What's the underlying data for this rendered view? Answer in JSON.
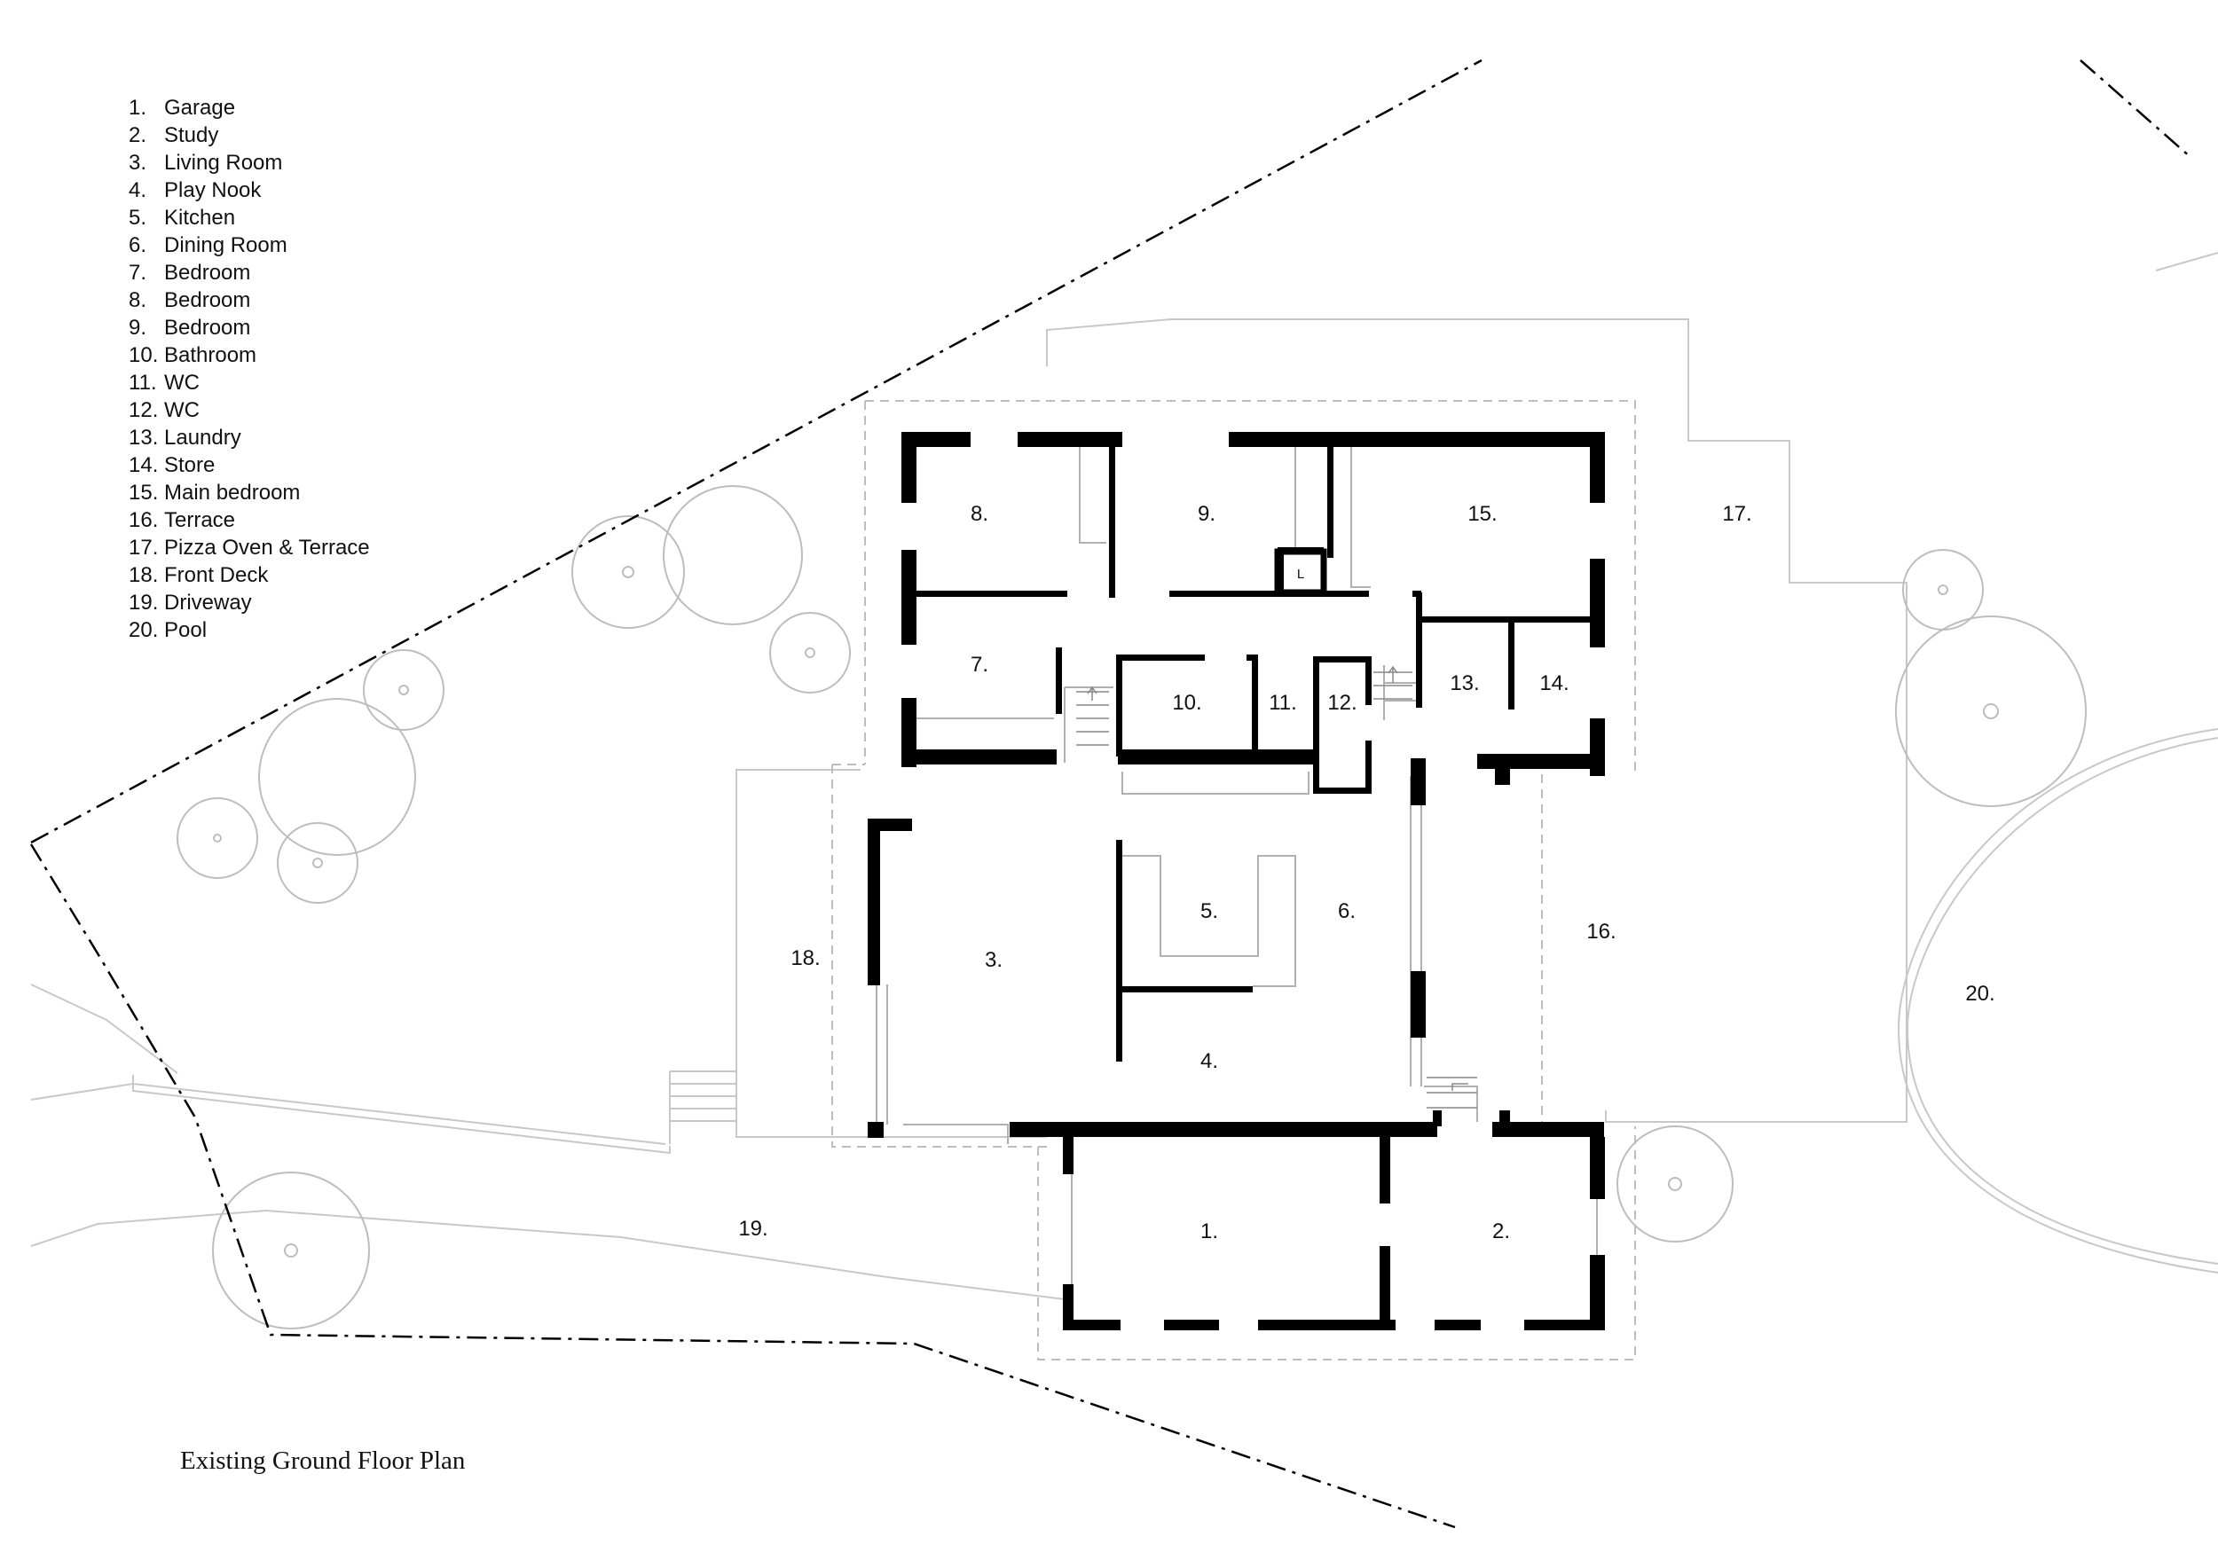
{
  "legend": [
    {
      "num": "1.",
      "name": "Garage"
    },
    {
      "num": "2.",
      "name": "Study"
    },
    {
      "num": "3.",
      "name": "Living Room"
    },
    {
      "num": "4.",
      "name": "Play Nook"
    },
    {
      "num": "5.",
      "name": "Kitchen"
    },
    {
      "num": "6.",
      "name": "Dining Room"
    },
    {
      "num": "7.",
      "name": "Bedroom"
    },
    {
      "num": "8.",
      "name": "Bedroom"
    },
    {
      "num": "9.",
      "name": "Bedroom"
    },
    {
      "num": "10.",
      "name": "Bathroom"
    },
    {
      "num": "11.",
      "name": "WC"
    },
    {
      "num": "12.",
      "name": "WC"
    },
    {
      "num": "13.",
      "name": "Laundry"
    },
    {
      "num": "14.",
      "name": "Store"
    },
    {
      "num": "15.",
      "name": "Main bedroom"
    },
    {
      "num": "16.",
      "name": "Terrace"
    },
    {
      "num": "17.",
      "name": "Pizza Oven & Terrace"
    },
    {
      "num": "18.",
      "name": "Front Deck"
    },
    {
      "num": "19.",
      "name": "Driveway"
    },
    {
      "num": "20.",
      "name": "Pool"
    }
  ],
  "room_labels": {
    "r1": "1.",
    "r2": "2.",
    "r3": "3.",
    "r4": "4.",
    "r5": "5.",
    "r6": "6.",
    "r7": "7.",
    "r8": "8.",
    "r9": "9.",
    "r10": "10.",
    "r11": "11.",
    "r12": "12.",
    "r13": "13.",
    "r14": "14.",
    "r15": "15.",
    "r16": "16.",
    "r17": "17.",
    "r18": "18.",
    "r19": "19.",
    "r20": "20."
  },
  "lift_label": "L",
  "caption": "Existing Ground Floor Plan",
  "colors": {
    "wall": "#000000",
    "site_line": "#c8c8c8",
    "boundary": "#000000"
  }
}
